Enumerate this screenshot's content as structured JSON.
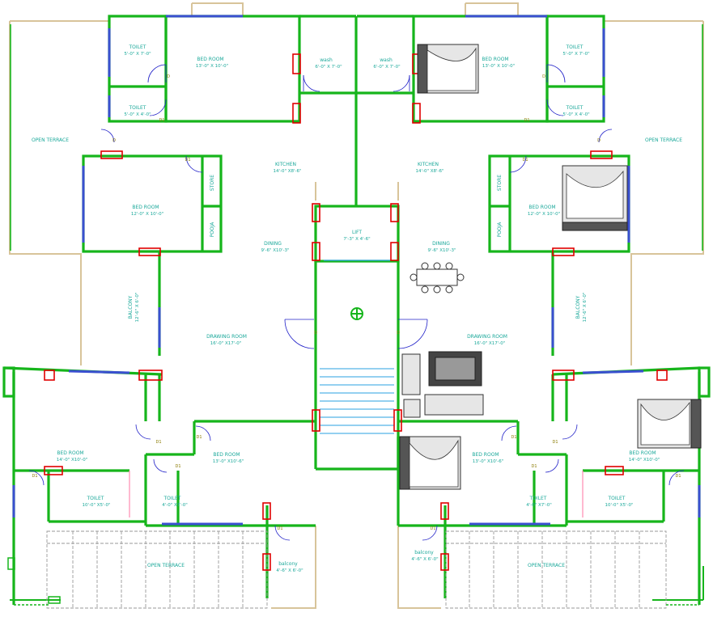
{
  "rooms": {
    "toilet_tl1": {
      "name": "TOILET",
      "dim": "5'-0\" X 7'-0\""
    },
    "bed_tl": {
      "name": "BED ROOM",
      "dim": "13'-0\" X 10'-0\""
    },
    "wash_l": {
      "name": "wash",
      "dim": "6'-0\" X 7'-0\""
    },
    "toilet_tl2": {
      "name": "TOILET",
      "dim": "5'-0\" X 4'-0\""
    },
    "terrace_l": {
      "name": "OPEN TERRACE"
    },
    "kitchen_l": {
      "name": "KITCHEN",
      "dim": "14'-0\" X8'-6\""
    },
    "bed_l2": {
      "name": "BED ROOM",
      "dim": "12'-0\" X 10'-0\""
    },
    "store_l": {
      "name": "STORE"
    },
    "pooja_l": {
      "name": "POOJA"
    },
    "dining_l": {
      "name": "DINING",
      "dim": "9'-6\" X10'-3\""
    },
    "balcony_l": {
      "name": "BALCONY",
      "dim": "12'-6\" X 6'-0\""
    },
    "drawing_l": {
      "name": "DRAWING ROOM",
      "dim": "16'-0\" X17'-0\""
    },
    "bed_l3": {
      "name": "BED ROOM",
      "dim": "14'-0\" X10'-0\""
    },
    "bed_l4": {
      "name": "BED ROOM",
      "dim": "13'-0\" X10'-6\""
    },
    "toilet_l3": {
      "name": "TOILET",
      "dim": "10'-0\" X5'-0\""
    },
    "toilet_l4": {
      "name": "TOILET",
      "dim": "4'-0\" X7'-0\""
    },
    "terrace_bl": {
      "name": "OPEN TERRACE"
    },
    "balcony_bl": {
      "name": "balcony",
      "dim": "4'-6\" X 6'-0\""
    },
    "lift": {
      "name": "LIFT",
      "dim": "7'-3\" X 4'-6\""
    },
    "toilet_tr1": {
      "name": "TOILET",
      "dim": "5'-0\" X 7'-0\""
    },
    "bed_tr": {
      "name": "BED ROOM",
      "dim": "13'-0\" X 10'-0\""
    },
    "wash_r": {
      "name": "wash",
      "dim": "6'-0\" X 7'-0\""
    },
    "toilet_tr2": {
      "name": "TOILET",
      "dim": "5'-0\" X 4'-0\""
    },
    "terrace_r": {
      "name": "OPEN TERRACE"
    },
    "kitchen_r": {
      "name": "KITCHEN",
      "dim": "14'-0\" X8'-6\""
    },
    "bed_r2": {
      "name": "BED ROOM",
      "dim": "12'-0\" X 10'-0\""
    },
    "store_r": {
      "name": "STORE"
    },
    "pooja_r": {
      "name": "POOJA"
    },
    "dining_r": {
      "name": "DINING",
      "dim": "9'-6\" X10'-3\""
    },
    "balcony_r": {
      "name": "BALCONY",
      "dim": "12'-6\" X 6'-0\""
    },
    "drawing_r": {
      "name": "DRAWING ROOM",
      "dim": "16'-0\" X17'-0\""
    },
    "bed_r3": {
      "name": "BED ROOM",
      "dim": "14'-0\" X10'-0\""
    },
    "bed_r4": {
      "name": "BED ROOM",
      "dim": "13'-0\" X10'-6\""
    },
    "toilet_r3": {
      "name": "TOILET",
      "dim": "10'-0\" X5'-0\""
    },
    "toilet_r4": {
      "name": "TOILET",
      "dim": "4'-0\" X7'-0\""
    },
    "terrace_br": {
      "name": "OPEN TERRACE"
    },
    "balcony_br": {
      "name": "balcony",
      "dim": "4'-6\" X 6'-0\""
    }
  },
  "door_tag": "D",
  "door_tag_1": "D1",
  "colors": {
    "wall": "#16b51b",
    "window": "#3a4fd0",
    "column": "#e00000",
    "label": "#1aa89a",
    "stair": "#28a0e0",
    "boundary": "#d8c49a"
  }
}
